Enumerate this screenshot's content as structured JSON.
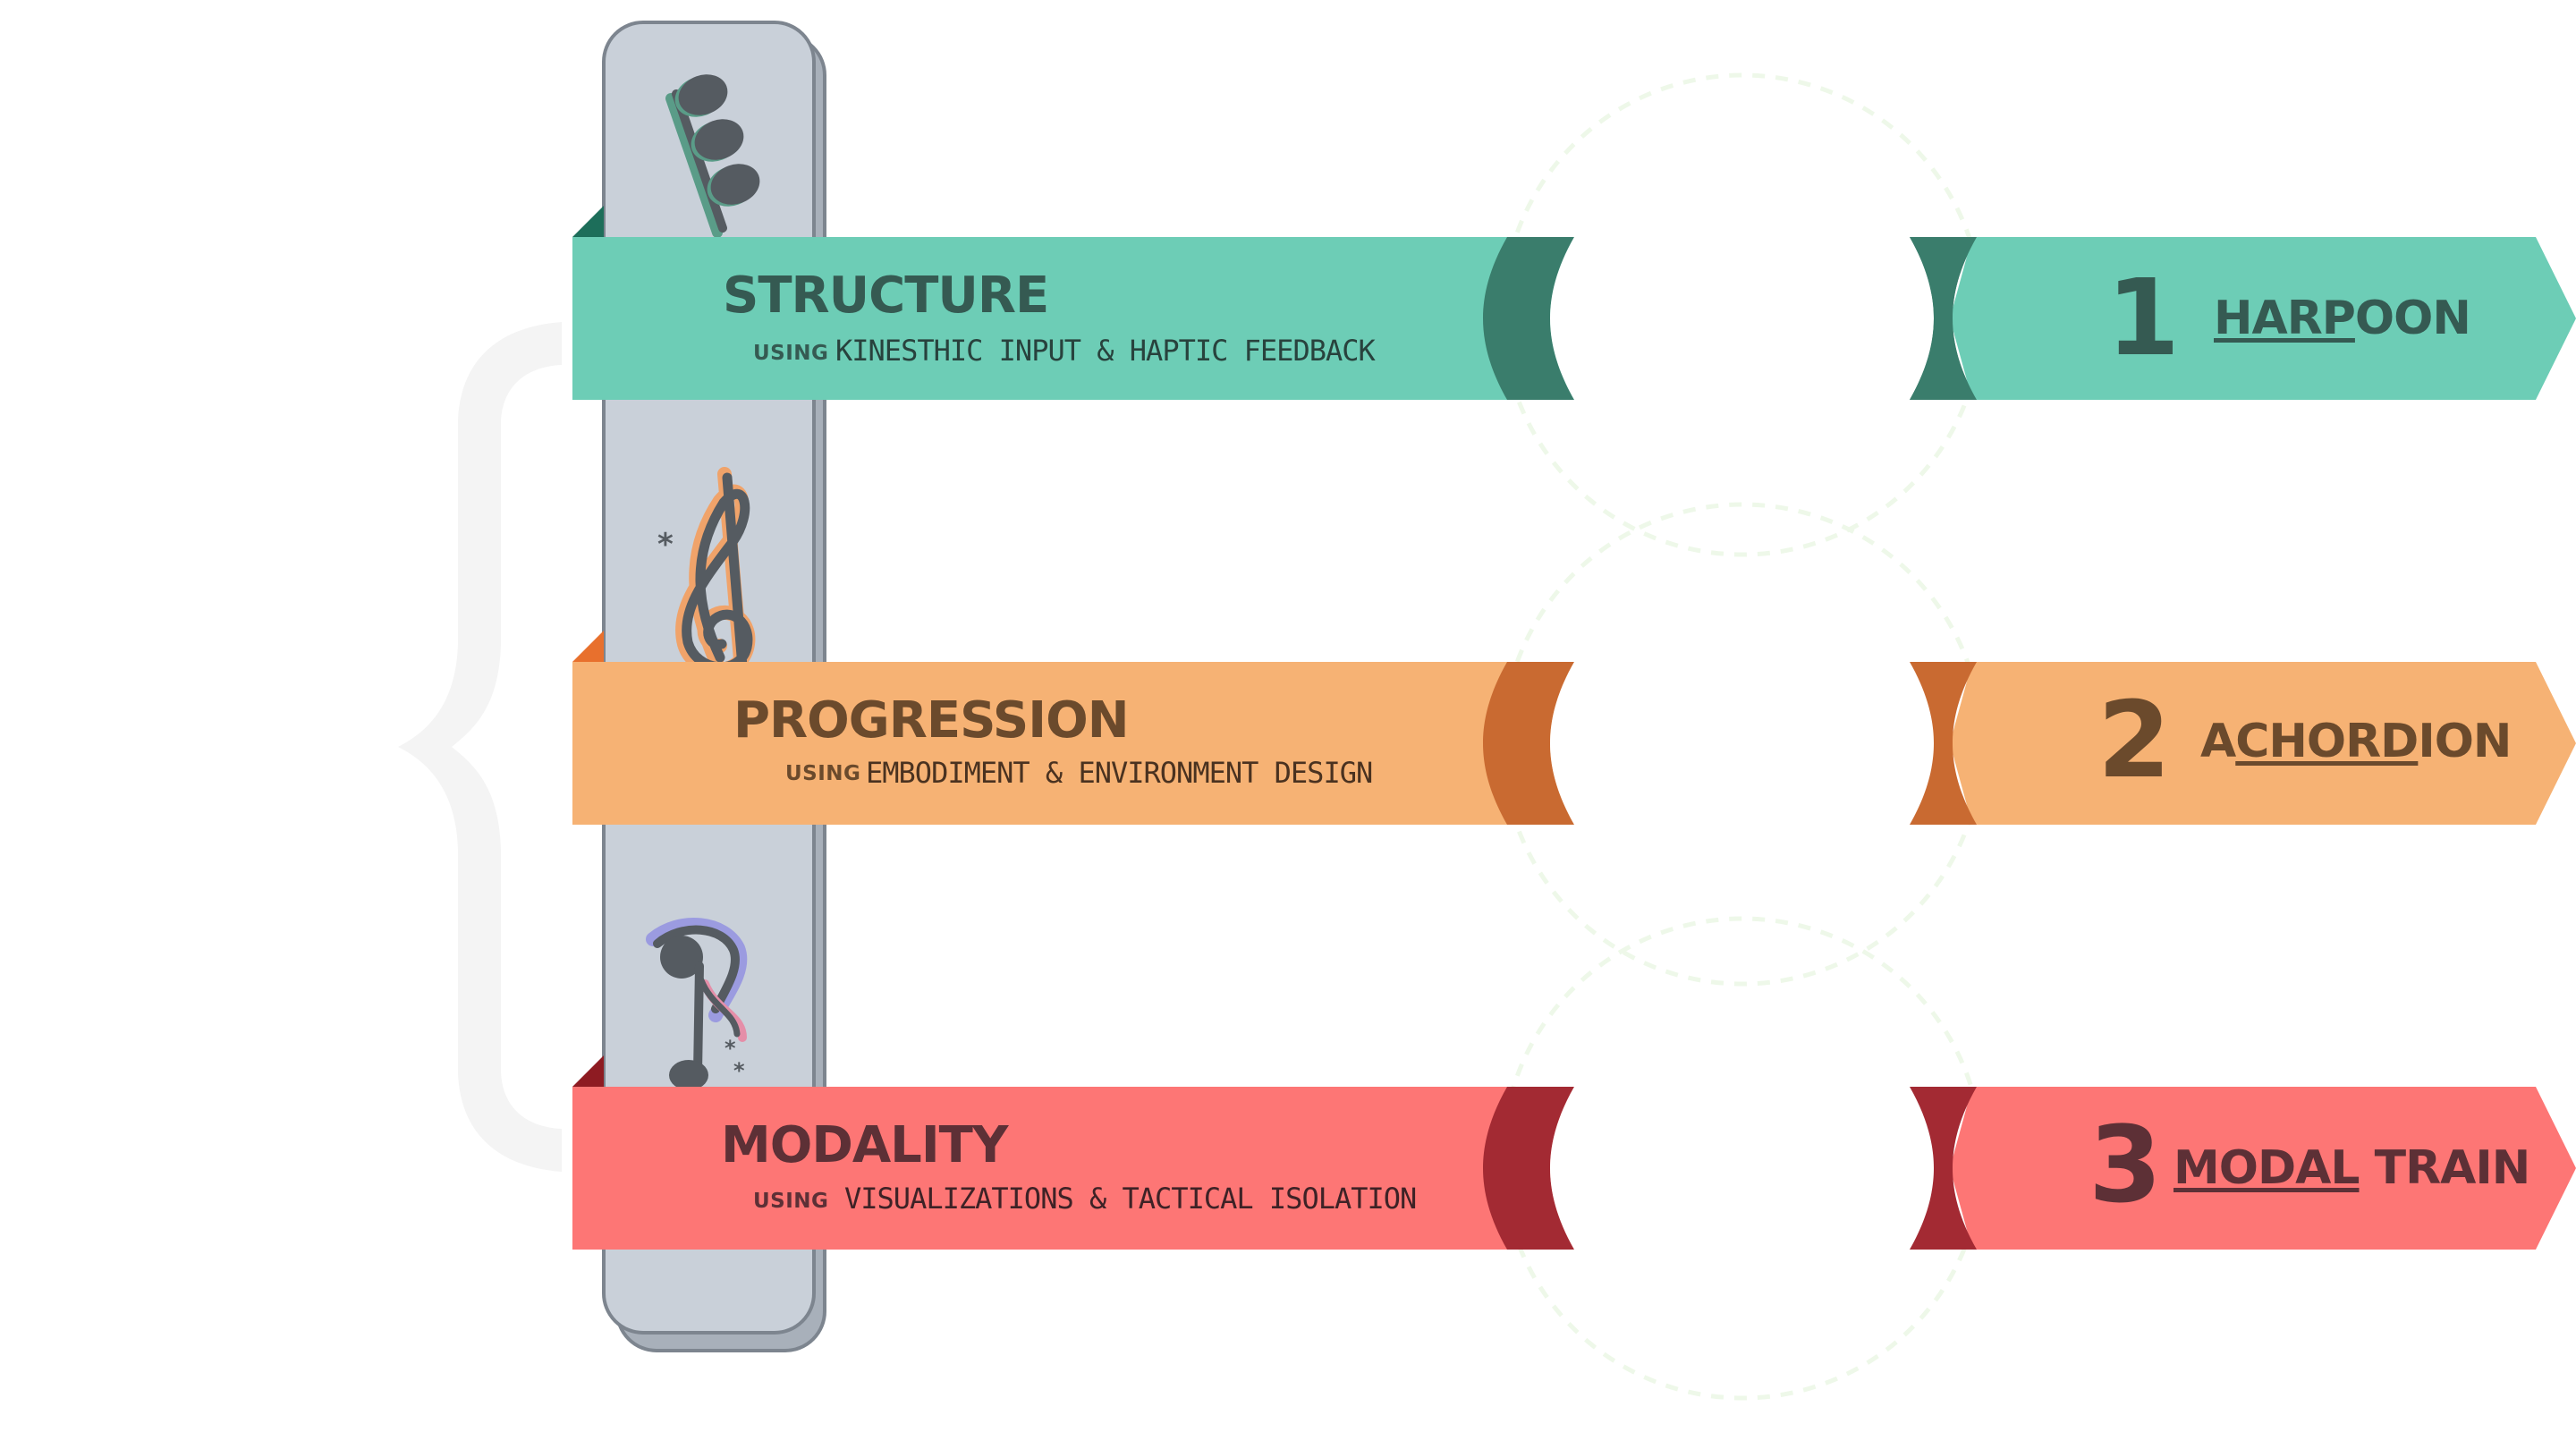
{
  "rows": [
    {
      "title": "STRUCTURE",
      "using": "USING",
      "subtitle": "KINESTHIC INPUT & HAPTIC FEEDBACK",
      "number": "1",
      "name_parts": [
        {
          "text": "HARP",
          "underline": true
        },
        {
          "text": "OON",
          "underline": false
        }
      ],
      "colors": {
        "band": "#6dcdb6",
        "dark": "#3a7d6c",
        "text": "#355a52"
      }
    },
    {
      "title": "PROGRESSION",
      "using": "USING",
      "subtitle": "EMBODIMENT & ENVIRONMENT DESIGN",
      "number": "2",
      "name_parts": [
        {
          "text": "A",
          "underline": false
        },
        {
          "text": "CHORD",
          "underline": true
        },
        {
          "text": "ION",
          "underline": false
        }
      ],
      "colors": {
        "band": "#f6b274",
        "dark": "#c96a31",
        "text": "#6b4a2c"
      }
    },
    {
      "title": "MODALITY",
      "using": "USING",
      "subtitle": "VISUALIZATIONS & TACTICAL ISOLATION",
      "number": "3",
      "name_parts": [
        {
          "text": "MODAL",
          "underline": true
        },
        {
          "text": " TRAIN",
          "underline": false
        }
      ],
      "colors": {
        "band": "#fd7675",
        "dark": "#a32a33",
        "text": "#5d3036"
      }
    }
  ],
  "icons": [
    "triplet-eighth-notes-icon",
    "treble-clef-icon",
    "sixteenth-note-icon"
  ],
  "colors": {
    "staff_fill": "#c9d0d9",
    "staff_stroke": "#7d858f",
    "brace": "#f4f4f4",
    "ring": "#ecf8e6",
    "note": "#555b61"
  }
}
